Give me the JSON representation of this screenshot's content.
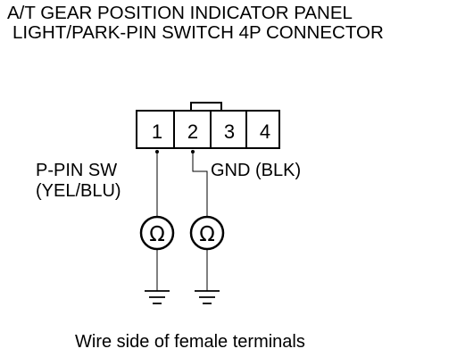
{
  "title": {
    "line1": "A/T GEAR POSITION INDICATOR PANEL",
    "line2": "LIGHT/PARK-PIN SWITCH 4P CONNECTOR"
  },
  "connector": {
    "pins": [
      "1",
      "2",
      "3",
      "4"
    ]
  },
  "labels": {
    "ppin_line1": "P-PIN SW",
    "ppin_line2": "(YEL/BLU)",
    "gnd": "GND (BLK)"
  },
  "meters": {
    "symbol": "Ω"
  },
  "caption": "Wire side of female terminals"
}
